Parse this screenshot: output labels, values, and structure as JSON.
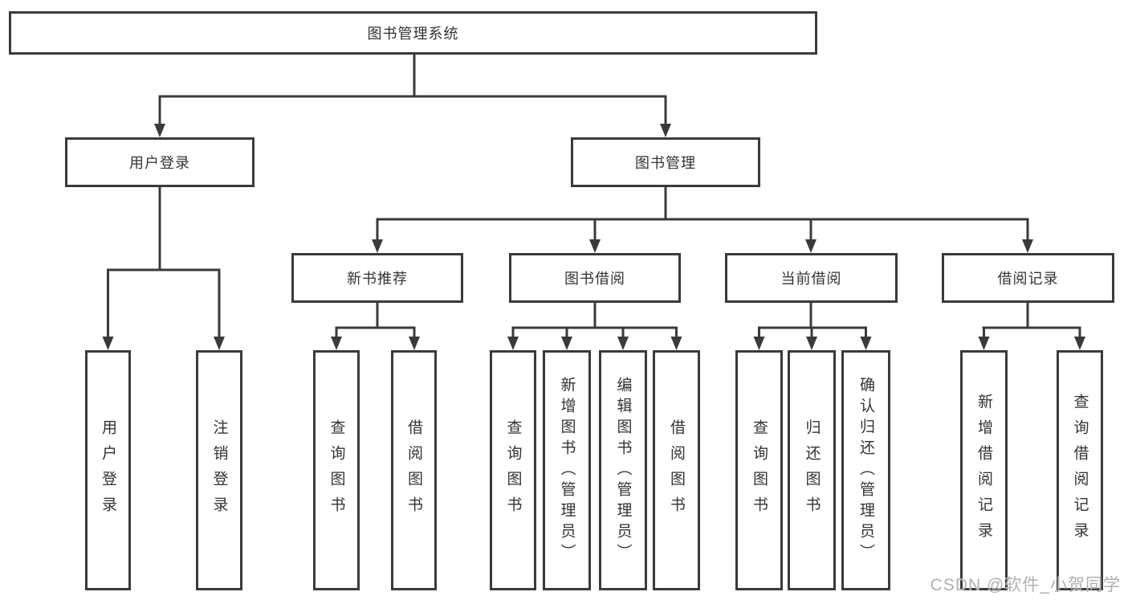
{
  "colors": {
    "background": "#ffffff",
    "line": "#3a3a3a",
    "box_border": "#3a3a3a",
    "text": "#333333",
    "watermark": "#b0b0b0"
  },
  "tree": {
    "root": {
      "label": "图书管理系统",
      "children": [
        {
          "label": "用户登录",
          "children": [
            {
              "label": "用户登录"
            },
            {
              "label": "注销登录"
            }
          ]
        },
        {
          "label": "图书管理",
          "children": [
            {
              "label": "新书推荐",
              "children": [
                {
                  "label": "查询图书"
                },
                {
                  "label": "借阅图书"
                }
              ]
            },
            {
              "label": "图书借阅",
              "children": [
                {
                  "label": "查询图书"
                },
                {
                  "label": "新增图书（管理员）"
                },
                {
                  "label": "编辑图书（管理员）"
                },
                {
                  "label": "借阅图书"
                }
              ]
            },
            {
              "label": "当前借阅",
              "children": [
                {
                  "label": "查询图书"
                },
                {
                  "label": "归还图书"
                },
                {
                  "label": "确认归还（管理员）"
                }
              ]
            },
            {
              "label": "借阅记录",
              "children": [
                {
                  "label": "新增借阅记录"
                },
                {
                  "label": "查询借阅记录"
                }
              ]
            }
          ]
        }
      ]
    }
  },
  "watermark": {
    "text": "CSDN @软件_小贺同学"
  }
}
